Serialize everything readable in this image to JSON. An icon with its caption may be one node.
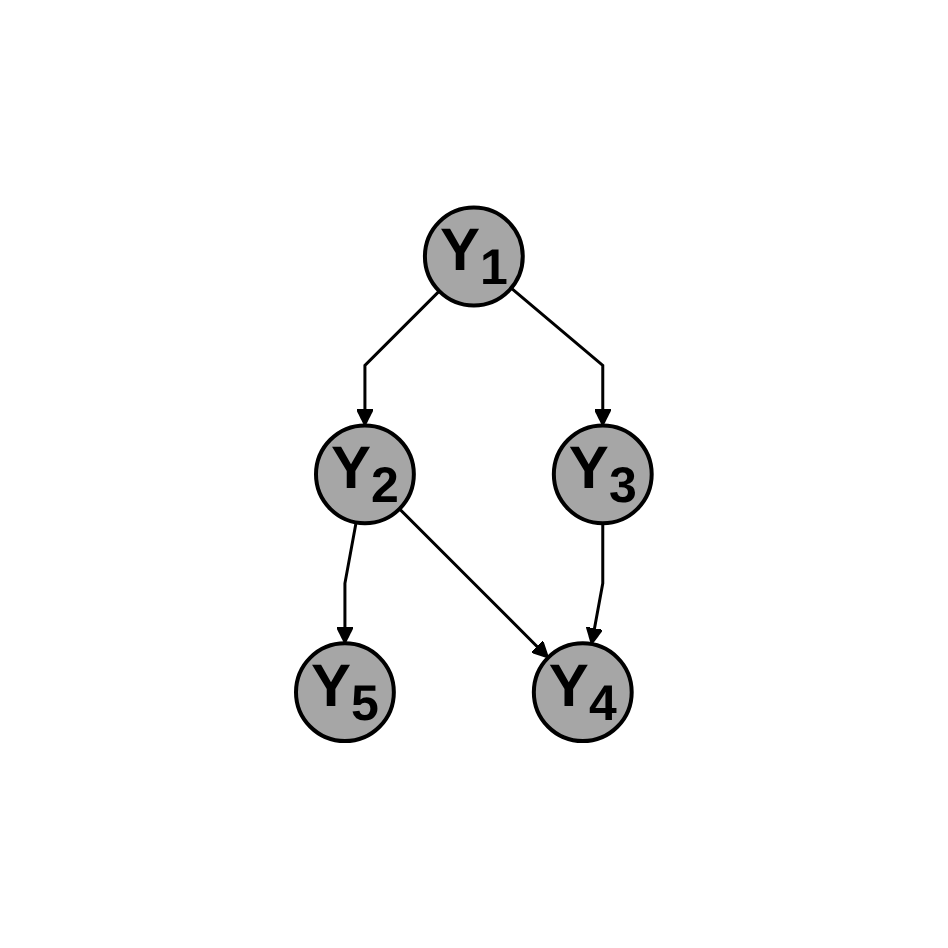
{
  "diagram": {
    "nodes": [
      {
        "text": [
          "Y$_{1}$"
        ]
      },
      {
        "text": [
          "Y$_{2}$"
        ]
      },
      {
        "text": [
          "Y$_{3}$"
        ]
      },
      {
        "text": [
          "Y$_{5}$"
        ]
      },
      {
        "text": [
          "Y$_{4}$"
        ]
      }
    ],
    "edges": [
      {
        "from": 0,
        "to": 1,
        "arrow": "to"
      },
      {
        "from": 0,
        "to": 2,
        "arrow": "to"
      },
      {
        "from": 1,
        "to": 3,
        "arrow": "to"
      },
      {
        "from": 1,
        "to": 4,
        "arrow": "to"
      },
      {
        "from": 2,
        "to": 4,
        "arrow": "to"
      }
    ]
  }
}
